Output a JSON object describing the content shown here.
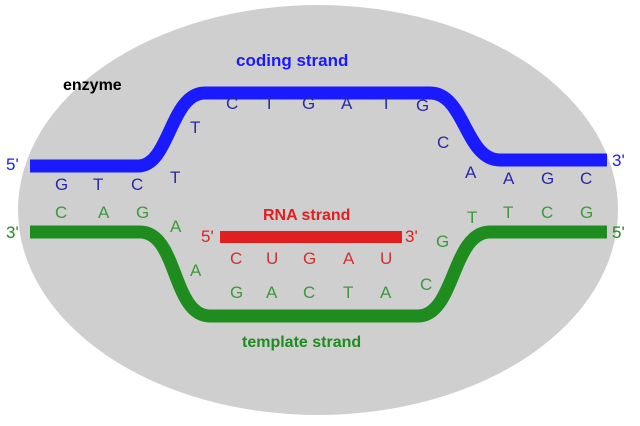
{
  "labels": {
    "enzyme": "enzyme",
    "coding_strand": "coding strand",
    "rna_strand": "RNA strand",
    "template_strand": "template strand"
  },
  "ends": {
    "coding_left": "5'",
    "coding_right": "3'",
    "template_left": "3'",
    "template_right": "5'",
    "rna_left": "5'",
    "rna_right": "3'"
  },
  "coding_bases": {
    "left": [
      "G",
      "T",
      "C"
    ],
    "rise": [
      "T",
      "T"
    ],
    "top": [
      "C",
      "T",
      "G",
      "A",
      "T",
      "G"
    ],
    "fall": [
      "C",
      "A"
    ],
    "right": [
      "A",
      "G",
      "C"
    ]
  },
  "template_bases": {
    "left": [
      "C",
      "A",
      "G"
    ],
    "fall": [
      "A",
      "A"
    ],
    "bottom": [
      "G",
      "A",
      "C",
      "T",
      "A",
      "C"
    ],
    "rise": [
      "G",
      "T"
    ],
    "right": [
      "T",
      "C",
      "G"
    ]
  },
  "rna_bases": [
    "C",
    "U",
    "G",
    "A",
    "U"
  ],
  "colors": {
    "coding": "#1a1aff",
    "template": "#1e8c1e",
    "rna": "#e02020",
    "background": "#cfcfcf",
    "coding_letters": "#2a2aa8",
    "template_letters": "#3c9a3c",
    "rna_letters": "#d23030"
  }
}
